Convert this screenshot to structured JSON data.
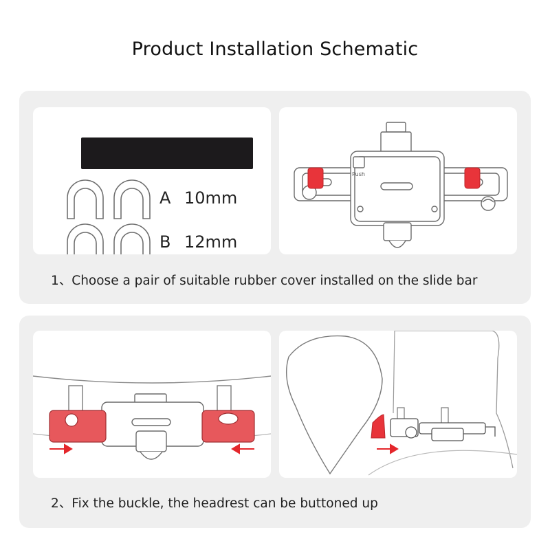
{
  "page": {
    "title": "Product Installation Schematic"
  },
  "step1": {
    "caption": "1、Choose a pair of suitable rubber cover installed on the slide bar",
    "options": [
      {
        "letter": "A",
        "size": "10mm"
      },
      {
        "letter": "B",
        "size": "12mm"
      }
    ],
    "push_label": "Push"
  },
  "step2": {
    "caption": "2、Fix the buckle, the headrest can be buttoned up"
  },
  "colors": {
    "rubber_cover": "#e8343a",
    "slider_highlight": "#e7585c",
    "arrow": "#e4262b",
    "section_bg": "#efefef",
    "panel_bg": "#ffffff"
  }
}
